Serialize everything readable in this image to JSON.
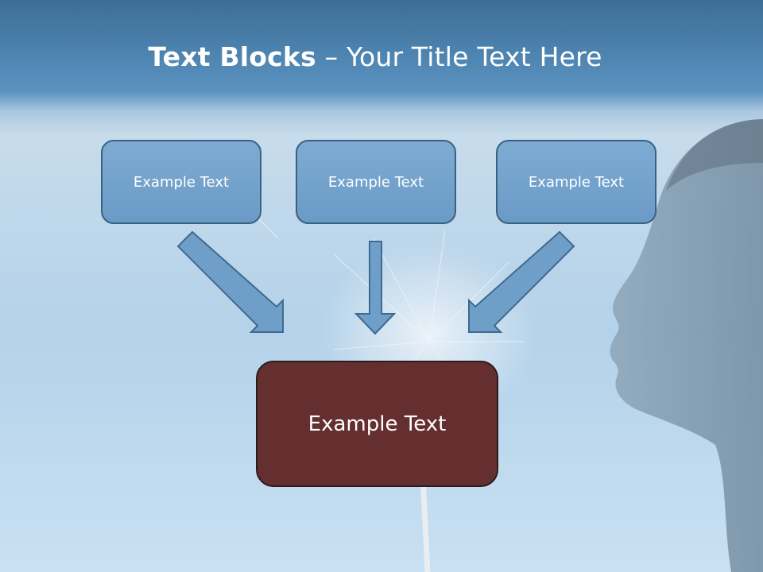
{
  "slide": {
    "title_bold": "Text Blocks",
    "title_rest": " – Your Title Text Here"
  },
  "blocks": [
    {
      "label": "Example Text"
    },
    {
      "label": "Example Text"
    },
    {
      "label": "Example Text"
    }
  ],
  "target_block": {
    "label": "Example Text"
  },
  "colors": {
    "header": "#4b81ad",
    "block_fill": "#7aa9d0",
    "block_border": "#3b6182",
    "target_fill": "#652f2f",
    "arrow_fill": "#6f9fc9"
  }
}
